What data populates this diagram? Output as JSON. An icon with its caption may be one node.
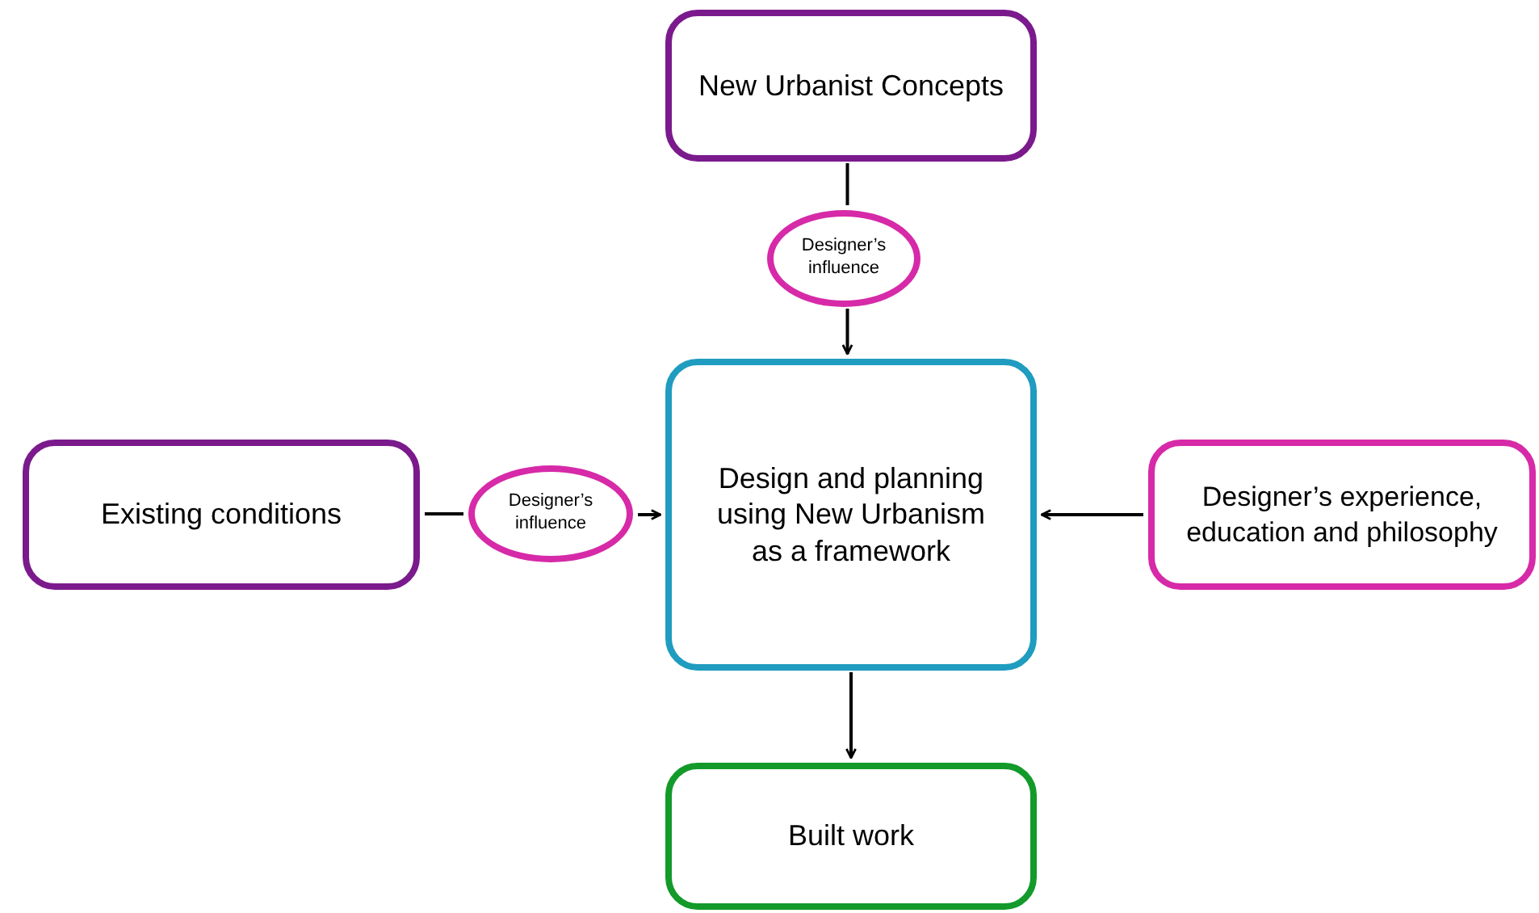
{
  "diagram": {
    "nodes": [
      {
        "text": [
          "New Urbanist Concepts"
        ]
      },
      {
        "text": [
          "Designer’s influence"
        ]
      },
      {
        "text": [
          "Existing conditions"
        ]
      },
      {
        "text": [
          "Designer’s influence"
        ]
      },
      {
        "text": [
          "Design and planning using New Urbanism as a framework"
        ]
      },
      {
        "text": [
          "Designer’s experience, education and philosophy"
        ]
      },
      {
        "text": [
          "Built work"
        ]
      }
    ],
    "edges": [
      {
        "from": 0,
        "to": 1,
        "arrow": "none"
      },
      {
        "from": 1,
        "to": 4,
        "arrow": "to"
      },
      {
        "from": 2,
        "to": 3,
        "arrow": "none"
      },
      {
        "from": 3,
        "to": 4,
        "arrow": "to"
      },
      {
        "from": 5,
        "to": 4,
        "arrow": "to"
      },
      {
        "from": 4,
        "to": 6,
        "arrow": "to"
      }
    ]
  }
}
